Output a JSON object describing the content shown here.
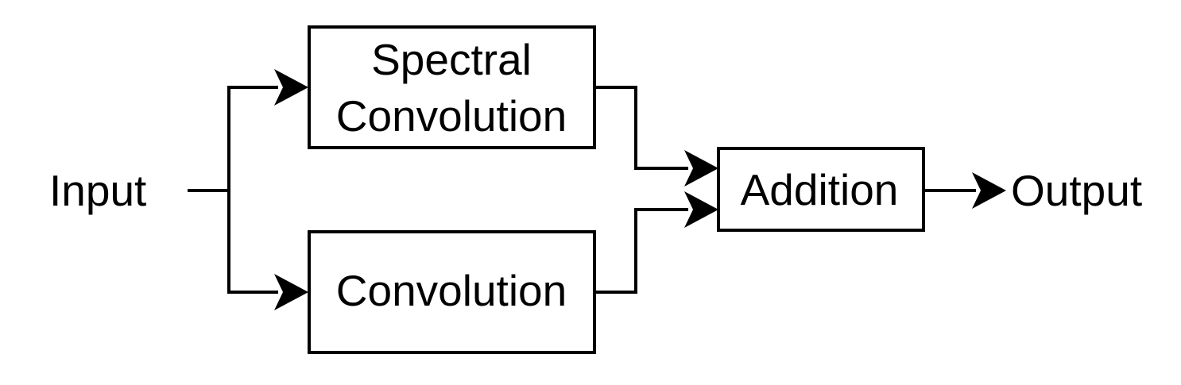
{
  "nodes": {
    "input": "Input",
    "spectral_line1": "Spectral",
    "spectral_line2": "Convolution",
    "convolution": "Convolution",
    "addition": "Addition",
    "output": "Output"
  },
  "colors": {
    "stroke": "#000000",
    "background": "#ffffff"
  }
}
